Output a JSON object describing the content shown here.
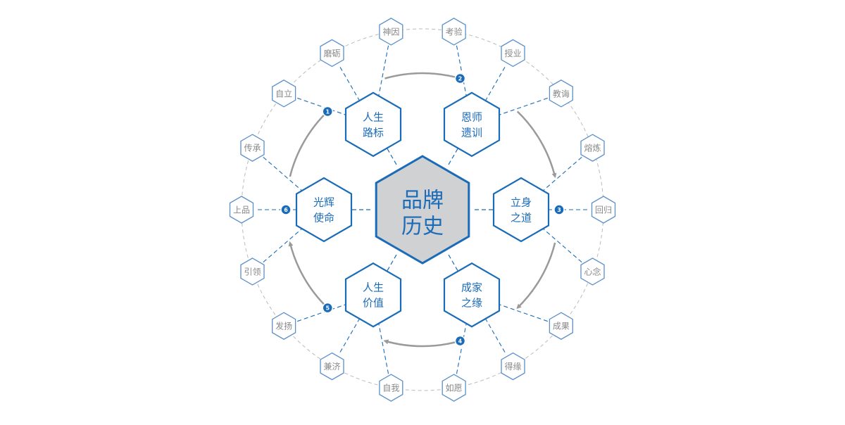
{
  "center": {
    "line1": "品牌",
    "line2": "历史"
  },
  "stages": [
    {
      "num": "1",
      "line1": "人生",
      "line2": "路标"
    },
    {
      "num": "2",
      "line1": "恩师",
      "line2": "遗训"
    },
    {
      "num": "3",
      "line1": "立身",
      "line2": "之道"
    },
    {
      "num": "4",
      "line1": "成家",
      "line2": "之缘"
    },
    {
      "num": "5",
      "line1": "人生",
      "line2": "价值"
    },
    {
      "num": "6",
      "line1": "光辉",
      "line2": "使命"
    }
  ],
  "outer_nodes": [
    {
      "label": "自立",
      "stage": 0
    },
    {
      "label": "磨砺",
      "stage": 0
    },
    {
      "label": "神因",
      "stage": 0
    },
    {
      "label": "考验",
      "stage": 1
    },
    {
      "label": "授业",
      "stage": 1
    },
    {
      "label": "教诲",
      "stage": 1
    },
    {
      "label": "熔炼",
      "stage": 2
    },
    {
      "label": "回归",
      "stage": 2
    },
    {
      "label": "心念",
      "stage": 2
    },
    {
      "label": "成果",
      "stage": 3
    },
    {
      "label": "得缘",
      "stage": 3
    },
    {
      "label": "如愿",
      "stage": 3
    },
    {
      "label": "自我",
      "stage": 4
    },
    {
      "label": "兼济",
      "stage": 4
    },
    {
      "label": "发扬",
      "stage": 4
    },
    {
      "label": "引领",
      "stage": 5
    },
    {
      "label": "上品",
      "stage": 5
    },
    {
      "label": "传承",
      "stage": 5
    }
  ],
  "colors": {
    "primary_blue": "#1a6bb8",
    "center_fill": "#d0d1d3",
    "outer_stroke": "#5b8fc9",
    "outer_text": "#888888",
    "arrow": "#9a9a9a",
    "dash": "#bbbbbb"
  }
}
